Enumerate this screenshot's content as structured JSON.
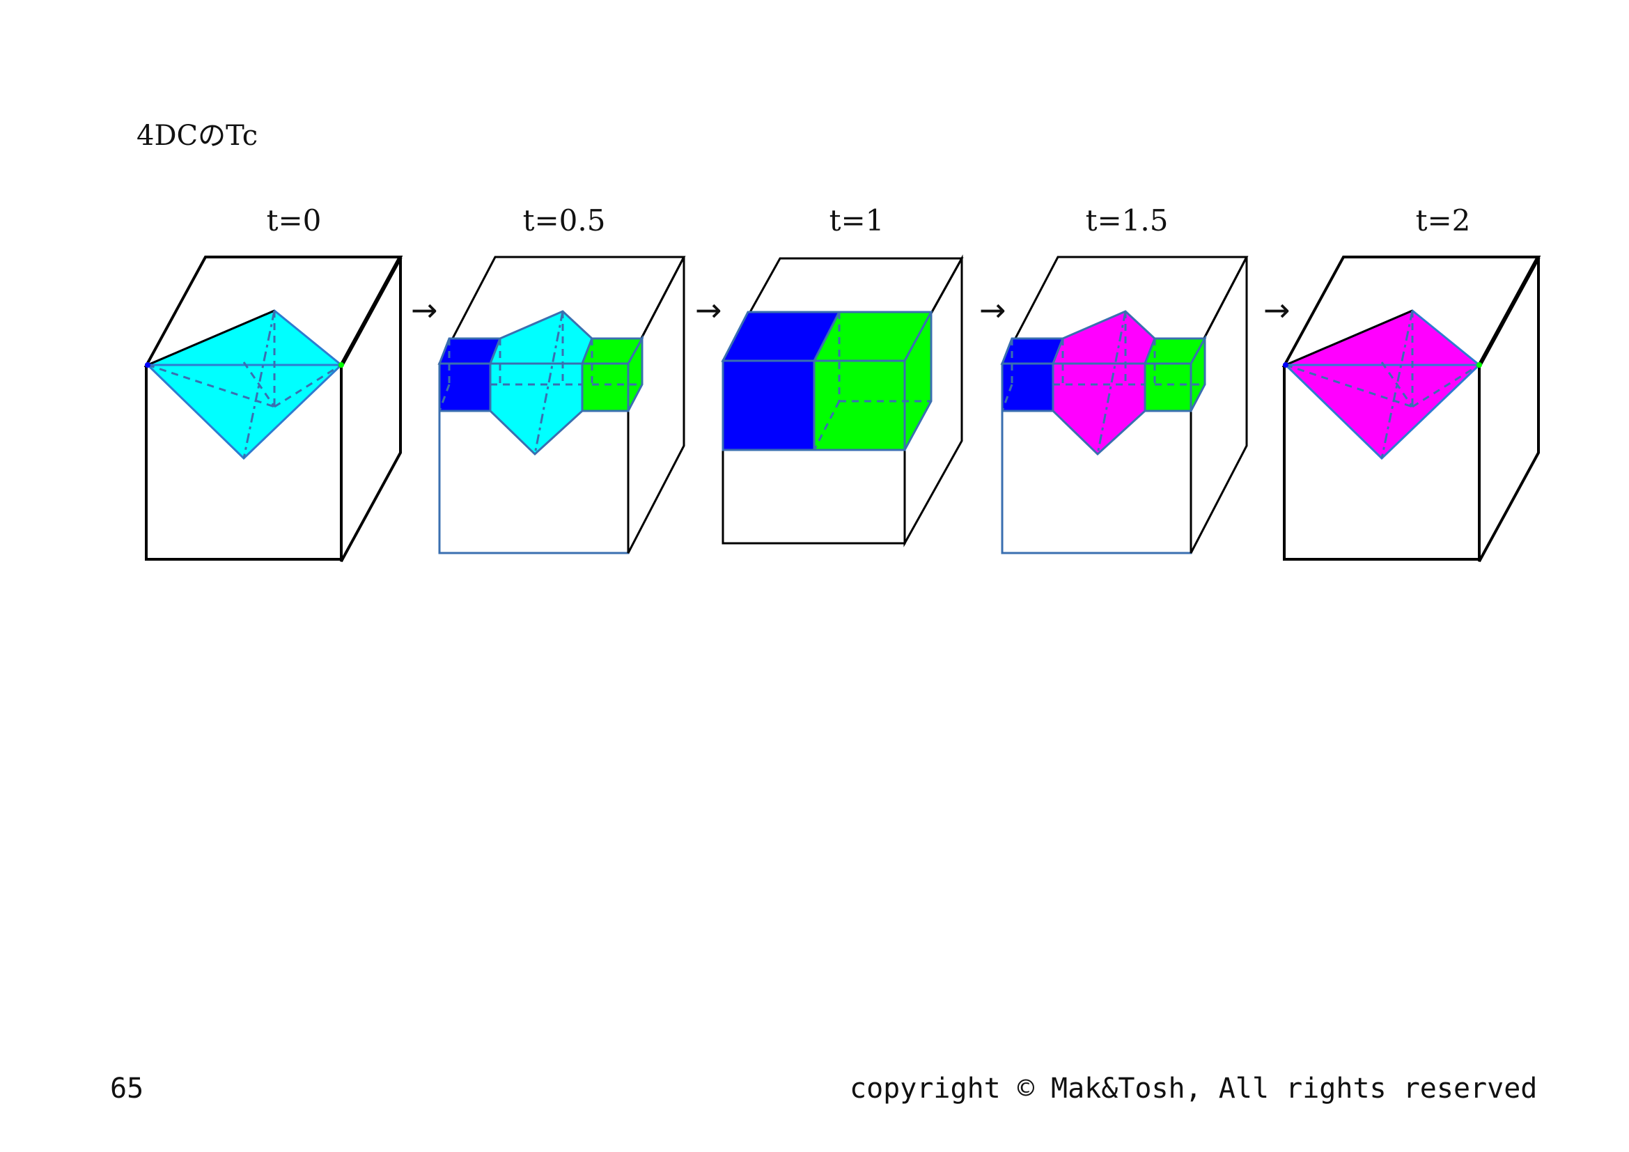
{
  "title": "4DCのTc",
  "stages": [
    {
      "label": "t=0"
    },
    {
      "label": "t=0.5"
    },
    {
      "label": "t=1"
    },
    {
      "label": "t=1.5"
    },
    {
      "label": "t=2"
    }
  ],
  "arrow_symbol": "→",
  "colors": {
    "cyan": "#00ffff",
    "blue": "#0000ff",
    "green": "#00ff00",
    "magenta": "#ff00ff",
    "edge_blue": "#3a6fb0"
  },
  "footer": {
    "page_number": "65",
    "copyright": "copyright ©  Mak&Tosh, All rights reserved"
  }
}
